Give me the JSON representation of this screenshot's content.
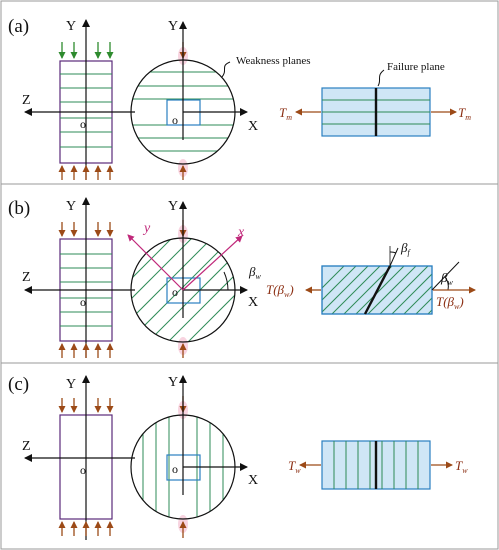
{
  "panels": [
    {
      "id": "a",
      "tag": "(a)",
      "left_x_axis": "Z",
      "left_y_axis": "Y",
      "left_origin": "o",
      "circle_y_axis": "Y",
      "circle_x_axis": "X",
      "circle_origin": "o",
      "callout_weakness": "Weakness planes",
      "callout_failure": "Failure plane",
      "load_left": "T",
      "load_left_sub": "m",
      "load_right": "T",
      "load_right_sub": "m"
    },
    {
      "id": "b",
      "tag": "(b)",
      "left_x_axis": "Z",
      "left_y_axis": "Y",
      "left_origin": "o",
      "circle_y_axis": "Y",
      "circle_x_axis": "X",
      "circle_origin": "o",
      "rot_x": "x",
      "rot_y": "y",
      "angle_w": "β",
      "angle_w_sub": "w",
      "angle_f": "β",
      "angle_f_sub": "f",
      "load_left": "T(β",
      "load_left_sub": "w",
      "load_left_close": ")",
      "load_right": "T(β",
      "load_right_sub": "w",
      "load_right_close": ")"
    },
    {
      "id": "c",
      "tag": "(c)",
      "left_x_axis": "Z",
      "left_y_axis": "Y",
      "left_origin": "o",
      "circle_y_axis": "Y",
      "circle_x_axis": "X",
      "circle_origin": "o",
      "load_left": "T",
      "load_left_sub": "w",
      "load_right": "T",
      "load_right_sub": "w"
    }
  ],
  "colors": {
    "frame": "#9a9a9a",
    "specimen_outline": "#5a2a7a",
    "plane_line": "#2e8b57",
    "square_blue": "#2a7fc0",
    "fill_blue": "#cfe6f6",
    "arrow_brown": "#9c4a17",
    "arrow_green": "#2e8b2e",
    "pink_glow": "#f6c9d8"
  }
}
